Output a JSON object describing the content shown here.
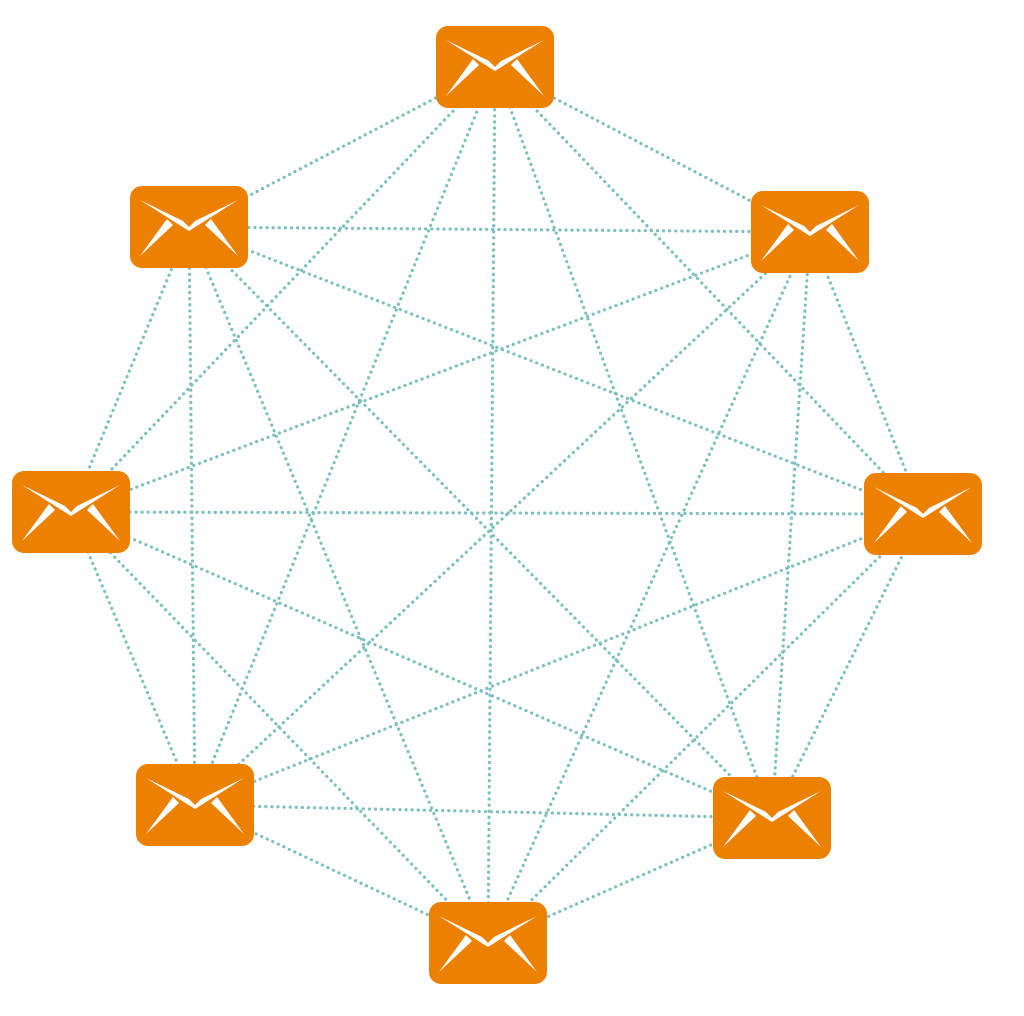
{
  "diagram": {
    "type": "fully-connected-network",
    "node_icon": "envelope-icon",
    "node_count": 8,
    "nodes": [
      {
        "id": "top",
        "icon": "envelope-icon"
      },
      {
        "id": "upper-right",
        "icon": "envelope-icon"
      },
      {
        "id": "right",
        "icon": "envelope-icon"
      },
      {
        "id": "lower-right",
        "icon": "envelope-icon"
      },
      {
        "id": "bottom",
        "icon": "envelope-icon"
      },
      {
        "id": "lower-left",
        "icon": "envelope-icon"
      },
      {
        "id": "left",
        "icon": "envelope-icon"
      },
      {
        "id": "upper-left",
        "icon": "envelope-icon"
      }
    ],
    "connections": "all-to-all",
    "colors": {
      "node_fill": "#EC8000",
      "envelope_stroke": "#FFFFFF",
      "edge": "#7DBFC0",
      "background": "#FFFFFF"
    }
  }
}
